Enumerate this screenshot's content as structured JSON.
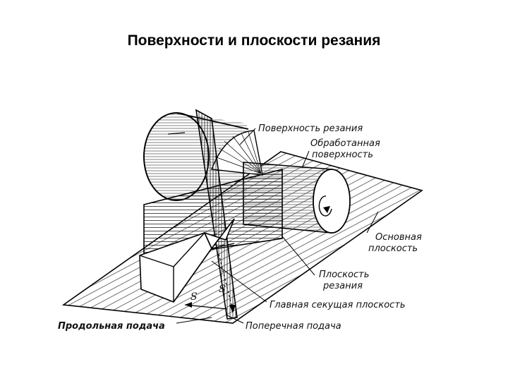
{
  "title": "Поверхности и плоскости резания",
  "labels": {
    "cutting_surface": "Поверхность резания",
    "machined_surface_1": "Обработанная",
    "machined_surface_2": "поверхность",
    "base_plane_1": "Основная",
    "base_plane_2": "плоскость",
    "cutting_plane_1": "Плоскость",
    "cutting_plane_2": "резания",
    "main_secant_plane": "Главная секущая плоскость",
    "longitudinal_feed": "Продольная подача",
    "cross_feed": "Поперечная подача",
    "feed_symbol_1": "S",
    "feed_symbol_2": "S"
  }
}
